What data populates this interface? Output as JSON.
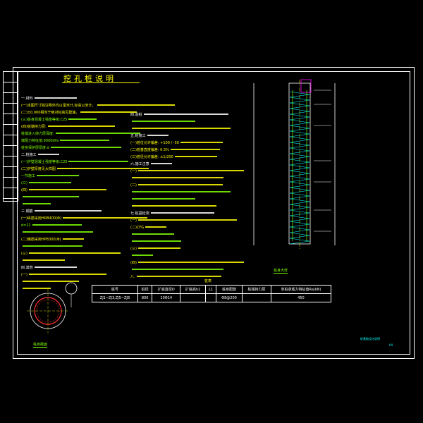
{
  "title": "挖孔桩说明",
  "frame": {
    "line_color": "#ffffff",
    "background": "#000000"
  },
  "colors": {
    "yellow": "#ffff00",
    "green": "#7fff00",
    "white": "#ffffff",
    "cyan": "#00ffff"
  },
  "left_notes": [
    {
      "text": "一.材料",
      "color": "white"
    },
    {
      "text": "(一)本图尺寸除注明外均以毫米计,标高以米计。",
      "color": "yellow"
    },
    {
      "text": "(二)±0.000相当于绝对标高见建施。",
      "color": "yellow"
    },
    {
      "text": "(三)桩身混凝土强度等级:C25",
      "color": "green"
    },
    {
      "text": "(四)桩端持力层:",
      "color": "yellow"
    },
    {
      "text": "桩端进入持力层深度:",
      "color": "green"
    },
    {
      "text": "端阻力特征值:9000kPa",
      "color": "green"
    },
    {
      "text": "桩身保护层厚度:d",
      "color": "green"
    },
    {
      "text": "二.桩施工",
      "color": "white"
    },
    {
      "text": "(一)护壁混凝土强度等级:C25",
      "color": "green"
    },
    {
      "text": "(二)护壁厚度见大样图",
      "color": "yellow"
    },
    {
      "text": "一节施工",
      "color": "green"
    },
    {
      "text": "(三)",
      "color": "green"
    },
    {
      "text": "(四)",
      "color": "yellow"
    },
    {
      "text": "",
      "color": "green"
    },
    {
      "text": "",
      "color": "green"
    },
    {
      "text": "三.钢筋",
      "color": "white"
    },
    {
      "text": "(一)纵筋采用HRB400(Φ)",
      "color": "yellow"
    },
    {
      "text": "d=22",
      "color": "green"
    },
    {
      "text": "",
      "color": "green"
    },
    {
      "text": "(二)箍筋采用HPB300(Φ)",
      "color": "yellow"
    },
    {
      "text": "",
      "color": "green"
    },
    {
      "text": "(三)",
      "color": "yellow"
    },
    {
      "text": "",
      "color": "yellow"
    },
    {
      "text": "四.其他",
      "color": "white"
    },
    {
      "text": "(一)",
      "color": "yellow"
    },
    {
      "text": "",
      "color": "yellow"
    },
    {
      "text": "",
      "color": "yellow"
    }
  ],
  "right_notes": [
    {
      "text": "四.验桩",
      "color": "white"
    },
    {
      "text": "",
      "color": "green"
    },
    {
      "text": "",
      "color": "yellow"
    },
    {
      "text": "五.桩施工",
      "color": "white"
    },
    {
      "text": "(一)桩位允许偏差: +100 / -50",
      "color": "yellow"
    },
    {
      "text": "(二)桩垂直度偏差: 0.5%",
      "color": "yellow"
    },
    {
      "text": "(三)桩径允许偏差: ±1/200",
      "color": "yellow"
    },
    {
      "text": "六.施工注意",
      "color": "white"
    },
    {
      "text": "(一)",
      "color": "yellow"
    },
    {
      "text": "",
      "color": "yellow"
    },
    {
      "text": "(二)",
      "color": "yellow"
    },
    {
      "text": "",
      "color": "green"
    },
    {
      "text": "",
      "color": "green"
    },
    {
      "text": "",
      "color": "yellow"
    },
    {
      "text": "七.桩基检测",
      "color": "white"
    },
    {
      "text": "(一)",
      "color": "yellow"
    },
    {
      "text": "(二)CFG",
      "color": "yellow"
    },
    {
      "text": "",
      "color": "green"
    },
    {
      "text": "",
      "color": "green"
    },
    {
      "text": "(三)",
      "color": "yellow"
    },
    {
      "text": "",
      "color": "green"
    },
    {
      "text": "(四)",
      "color": "yellow"
    },
    {
      "text": "",
      "color": "green"
    },
    {
      "text": "八.",
      "color": "yellow"
    }
  ],
  "pile_elevation": {
    "label": "桩身大样"
  },
  "section": {
    "label": "桩身截面"
  },
  "table": {
    "title": "桩表",
    "headers": [
      "桩号",
      "桩径",
      "扩底直径D",
      "扩底高h2",
      "L1",
      "桩身配筋",
      "桩端持力层",
      "单桩承载力特征值Ra(kN)"
    ],
    "rows": [
      [
        "ZJ1~ZJ3,ZJ5~ZJ8",
        "800",
        "10Φ14",
        "",
        "",
        "Φ8@200",
        "",
        "450"
      ]
    ]
  },
  "drawing_number": "桩基础设计说明",
  "page_number": "04"
}
